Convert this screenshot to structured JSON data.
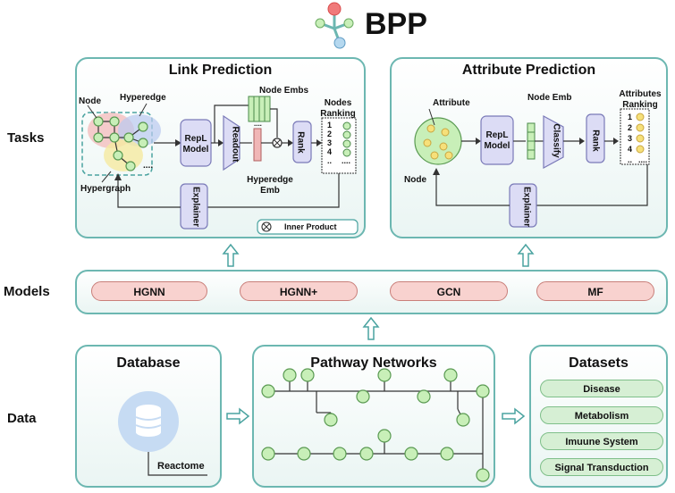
{
  "title": "BPP",
  "rows": {
    "tasks": "Tasks",
    "models": "Models",
    "data": "Data"
  },
  "link_prediction": {
    "title": "Link Prediction",
    "node": "Node",
    "hyperedge": "Hyperedge",
    "hypergraph": "Hypergraph",
    "repl_model": [
      "RepL",
      "Model"
    ],
    "readout": "Readout",
    "node_embs": "Node Embs",
    "hyperedge_emb": [
      "Hyperedge",
      "Emb"
    ],
    "rank": "Rank",
    "ranking": [
      "Nodes",
      "Ranking"
    ],
    "rank_items": [
      "1",
      "2",
      "3",
      "4",
      "..",
      "...."
    ],
    "explainer": "Explainer",
    "inner_product": "Inner Product",
    "ellipsis": "....",
    "dots_small": "...."
  },
  "attribute_prediction": {
    "title": "Attribute Prediction",
    "attribute": "Attribute",
    "node": "Node",
    "repl_model": [
      "RepL",
      "Model"
    ],
    "node_emb": "Node Emb",
    "classify": "Classify",
    "rank": "Rank",
    "ranking": [
      "Attributes",
      "Ranking"
    ],
    "rank_items": [
      "1",
      "2",
      "3",
      "4",
      "..",
      "...."
    ],
    "explainer": "Explainer"
  },
  "models": [
    "HGNN",
    "HGNN+",
    "GCN",
    "MF"
  ],
  "data": {
    "database_title": "Database",
    "database_label": "Reactome",
    "pathway_title": "Pathway Networks",
    "datasets_title": "Datasets",
    "datasets": [
      "Disease",
      "Metabolism",
      "Imuune System",
      "Signal Transduction"
    ]
  },
  "colors": {
    "panel_border": "#6cb7b1",
    "model_pill": "#f8d2cf",
    "dataset_pill": "#d6efd4",
    "node_fill": "#c8efb8",
    "box_fill": "#dcdcf5"
  },
  "icons": [
    "bpp-logo-icon",
    "database-icon",
    "inner-product-icon",
    "arrow-icon"
  ]
}
